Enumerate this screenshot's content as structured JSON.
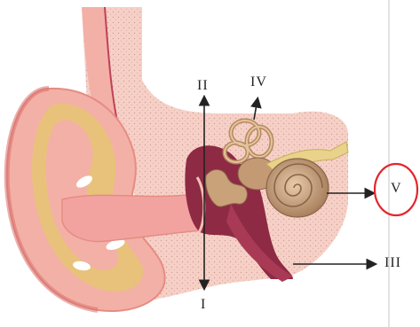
{
  "labels": {
    "I": "I",
    "II": "II",
    "III": "III",
    "IV": "IV",
    "V": "V"
  },
  "colors": {
    "skin": "#f3b0a6",
    "skin_dark": "#e58c84",
    "cartilage": "#e8c27a",
    "tissue": "#f6d0c6",
    "bone_dots": "#c98f86",
    "canal": "#f2a3a0",
    "middle_ear": "#8e2a44",
    "ossicle": "#c9a27a",
    "cochlea": "#caa27e",
    "nerve": "#e9d28a",
    "circle": "#e2272b",
    "arrow": "#222222"
  }
}
